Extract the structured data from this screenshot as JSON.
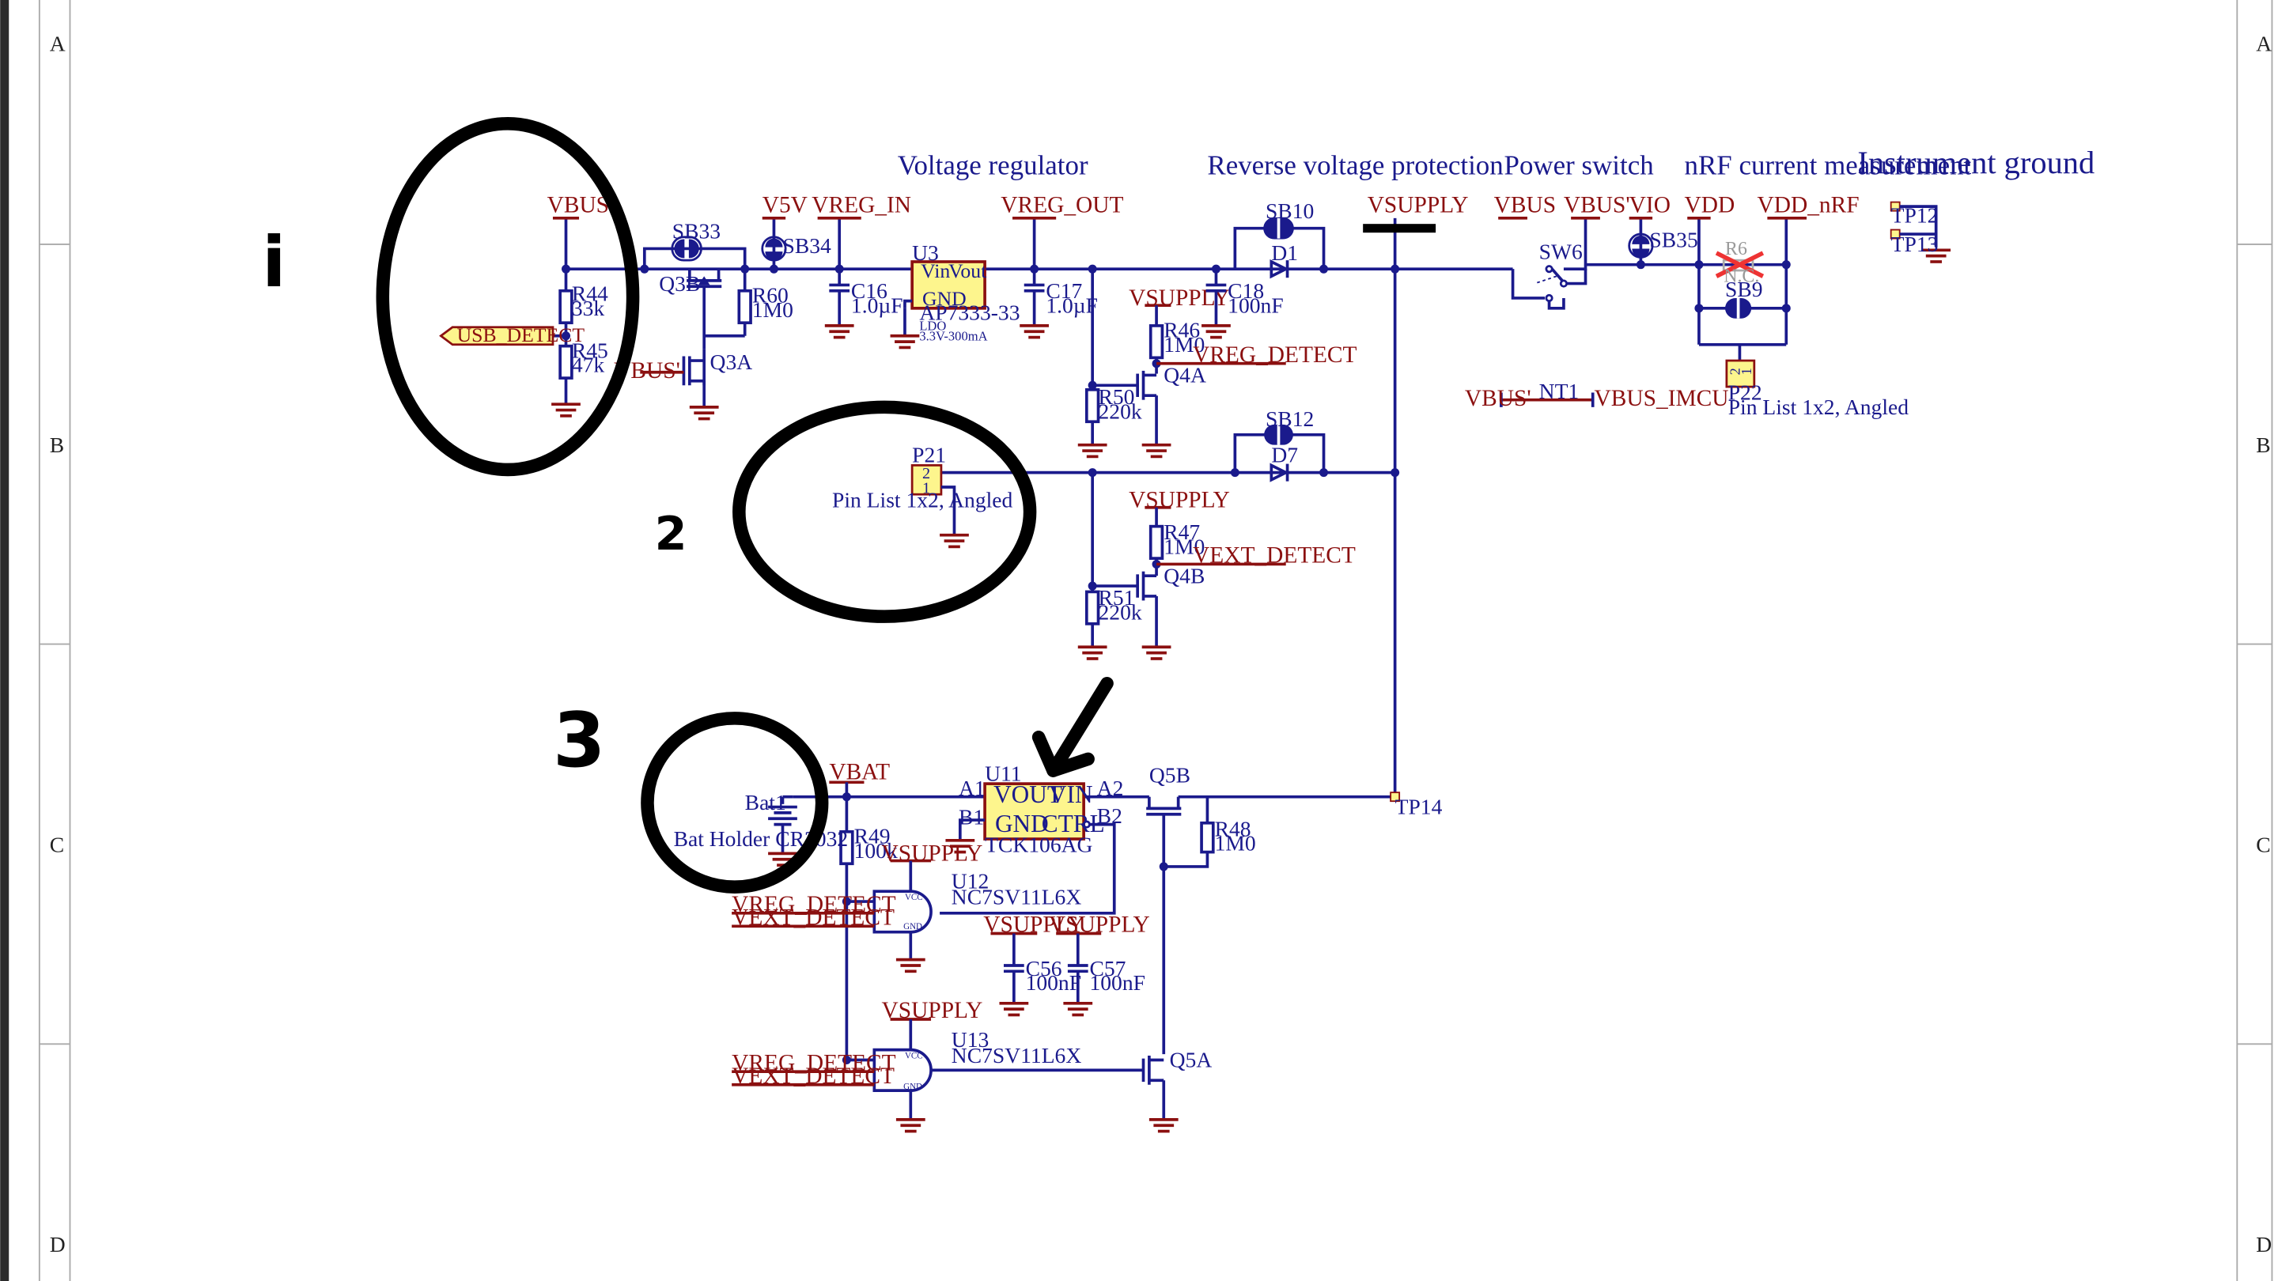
{
  "zones": {
    "left": [
      "A",
      "B",
      "C",
      "D"
    ],
    "right": [
      "A",
      "B",
      "C",
      "D"
    ]
  },
  "titles": {
    "voltage_regulator": "Voltage regulator",
    "reverse_voltage": "Reverse voltage protection",
    "power_switch": "Power switch",
    "nrf_current": "nRF current measurement",
    "instrument_ground": "Instrument ground"
  },
  "nets": {
    "vbus_prime": "VBUS'",
    "v5v": "V5V",
    "vreg_in": "VREG_IN",
    "vreg_out": "VREG_OUT",
    "vsupply": "VSUPPLY",
    "vbus": "VBUS",
    "vio": "VIO",
    "vdd": "VDD",
    "vdd_nrf": "VDD_nRF",
    "usb_detect": "USB_DETECT",
    "vreg_detect": "VREG_DETECT",
    "vext_detect": "VEXT_DETECT",
    "vbus_imcu": "VBUS_IMCU",
    "vbat": "VBAT"
  },
  "parts": {
    "sb33": "SB33",
    "sb34": "SB34",
    "sb35": "SB35",
    "sb10": "SB10",
    "sb12": "SB12",
    "sb9": "SB9",
    "q3b": "Q3B",
    "q3a": "Q3A",
    "q4a": "Q4A",
    "q4b": "Q4B",
    "q5a": "Q5A",
    "q5b": "Q5B",
    "r44": "R44",
    "r44v": "33k",
    "r45": "R45",
    "r45v": "47k",
    "r60": "R60",
    "r60v": "1M0",
    "r46": "R46",
    "r46v": "1M0",
    "r47": "R47",
    "r47v": "1M0",
    "r50": "R50",
    "r50v": "220k",
    "r51": "R51",
    "r51v": "220k",
    "r48": "R48",
    "r48v": "1M0",
    "r49": "R49",
    "r49v": "100k",
    "r6": "R6",
    "r6v": "N.C.",
    "c16": "C16",
    "c16v": "1.0µF",
    "c17": "C17",
    "c17v": "1.0µF",
    "c18": "C18",
    "c18v": "100nF",
    "c56": "C56",
    "c56v": "100nF",
    "c57": "C57",
    "c57v": "100nF",
    "d1": "D1",
    "d7": "D7",
    "sw6": "SW6",
    "nt1": "NT1",
    "u3": "U3",
    "u3_part": "AP7333-33",
    "u3_desc1": "LDO",
    "u3_desc2": "3.3V-300mA",
    "u3_vin": "Vin",
    "u3_vout": "Vout",
    "u3_gnd": "GND",
    "u11": "U11",
    "u11_part": "TCK106AG",
    "u11_vout": "VOUT",
    "u11_vin": "VIN",
    "u11_gnd": "GND",
    "u11_ctrl": "CTRL",
    "u11_a1": "A1",
    "u11_a2": "A2",
    "u11_b1": "B1",
    "u11_b2": "B2",
    "u12": "U12",
    "u12_part": "NC7SV11L6X",
    "u13": "U13",
    "u13_part": "NC7SV11L6X",
    "vcc": "VCC",
    "gnd": "GND",
    "p21": "P21",
    "p21_desc": "Pin List 1x2, Angled",
    "p21_pin2": "2",
    "p21_pin1": "1",
    "p22": "P22",
    "p22_desc": "Pin List 1x2, Angled",
    "tp12": "TP12",
    "tp13": "TP13",
    "tp14": "TP14",
    "bat1": "Bat1",
    "bat1_desc": "Bat Holder CR2032"
  },
  "annotations": {
    "one": "i",
    "two": "2",
    "three": "3"
  }
}
